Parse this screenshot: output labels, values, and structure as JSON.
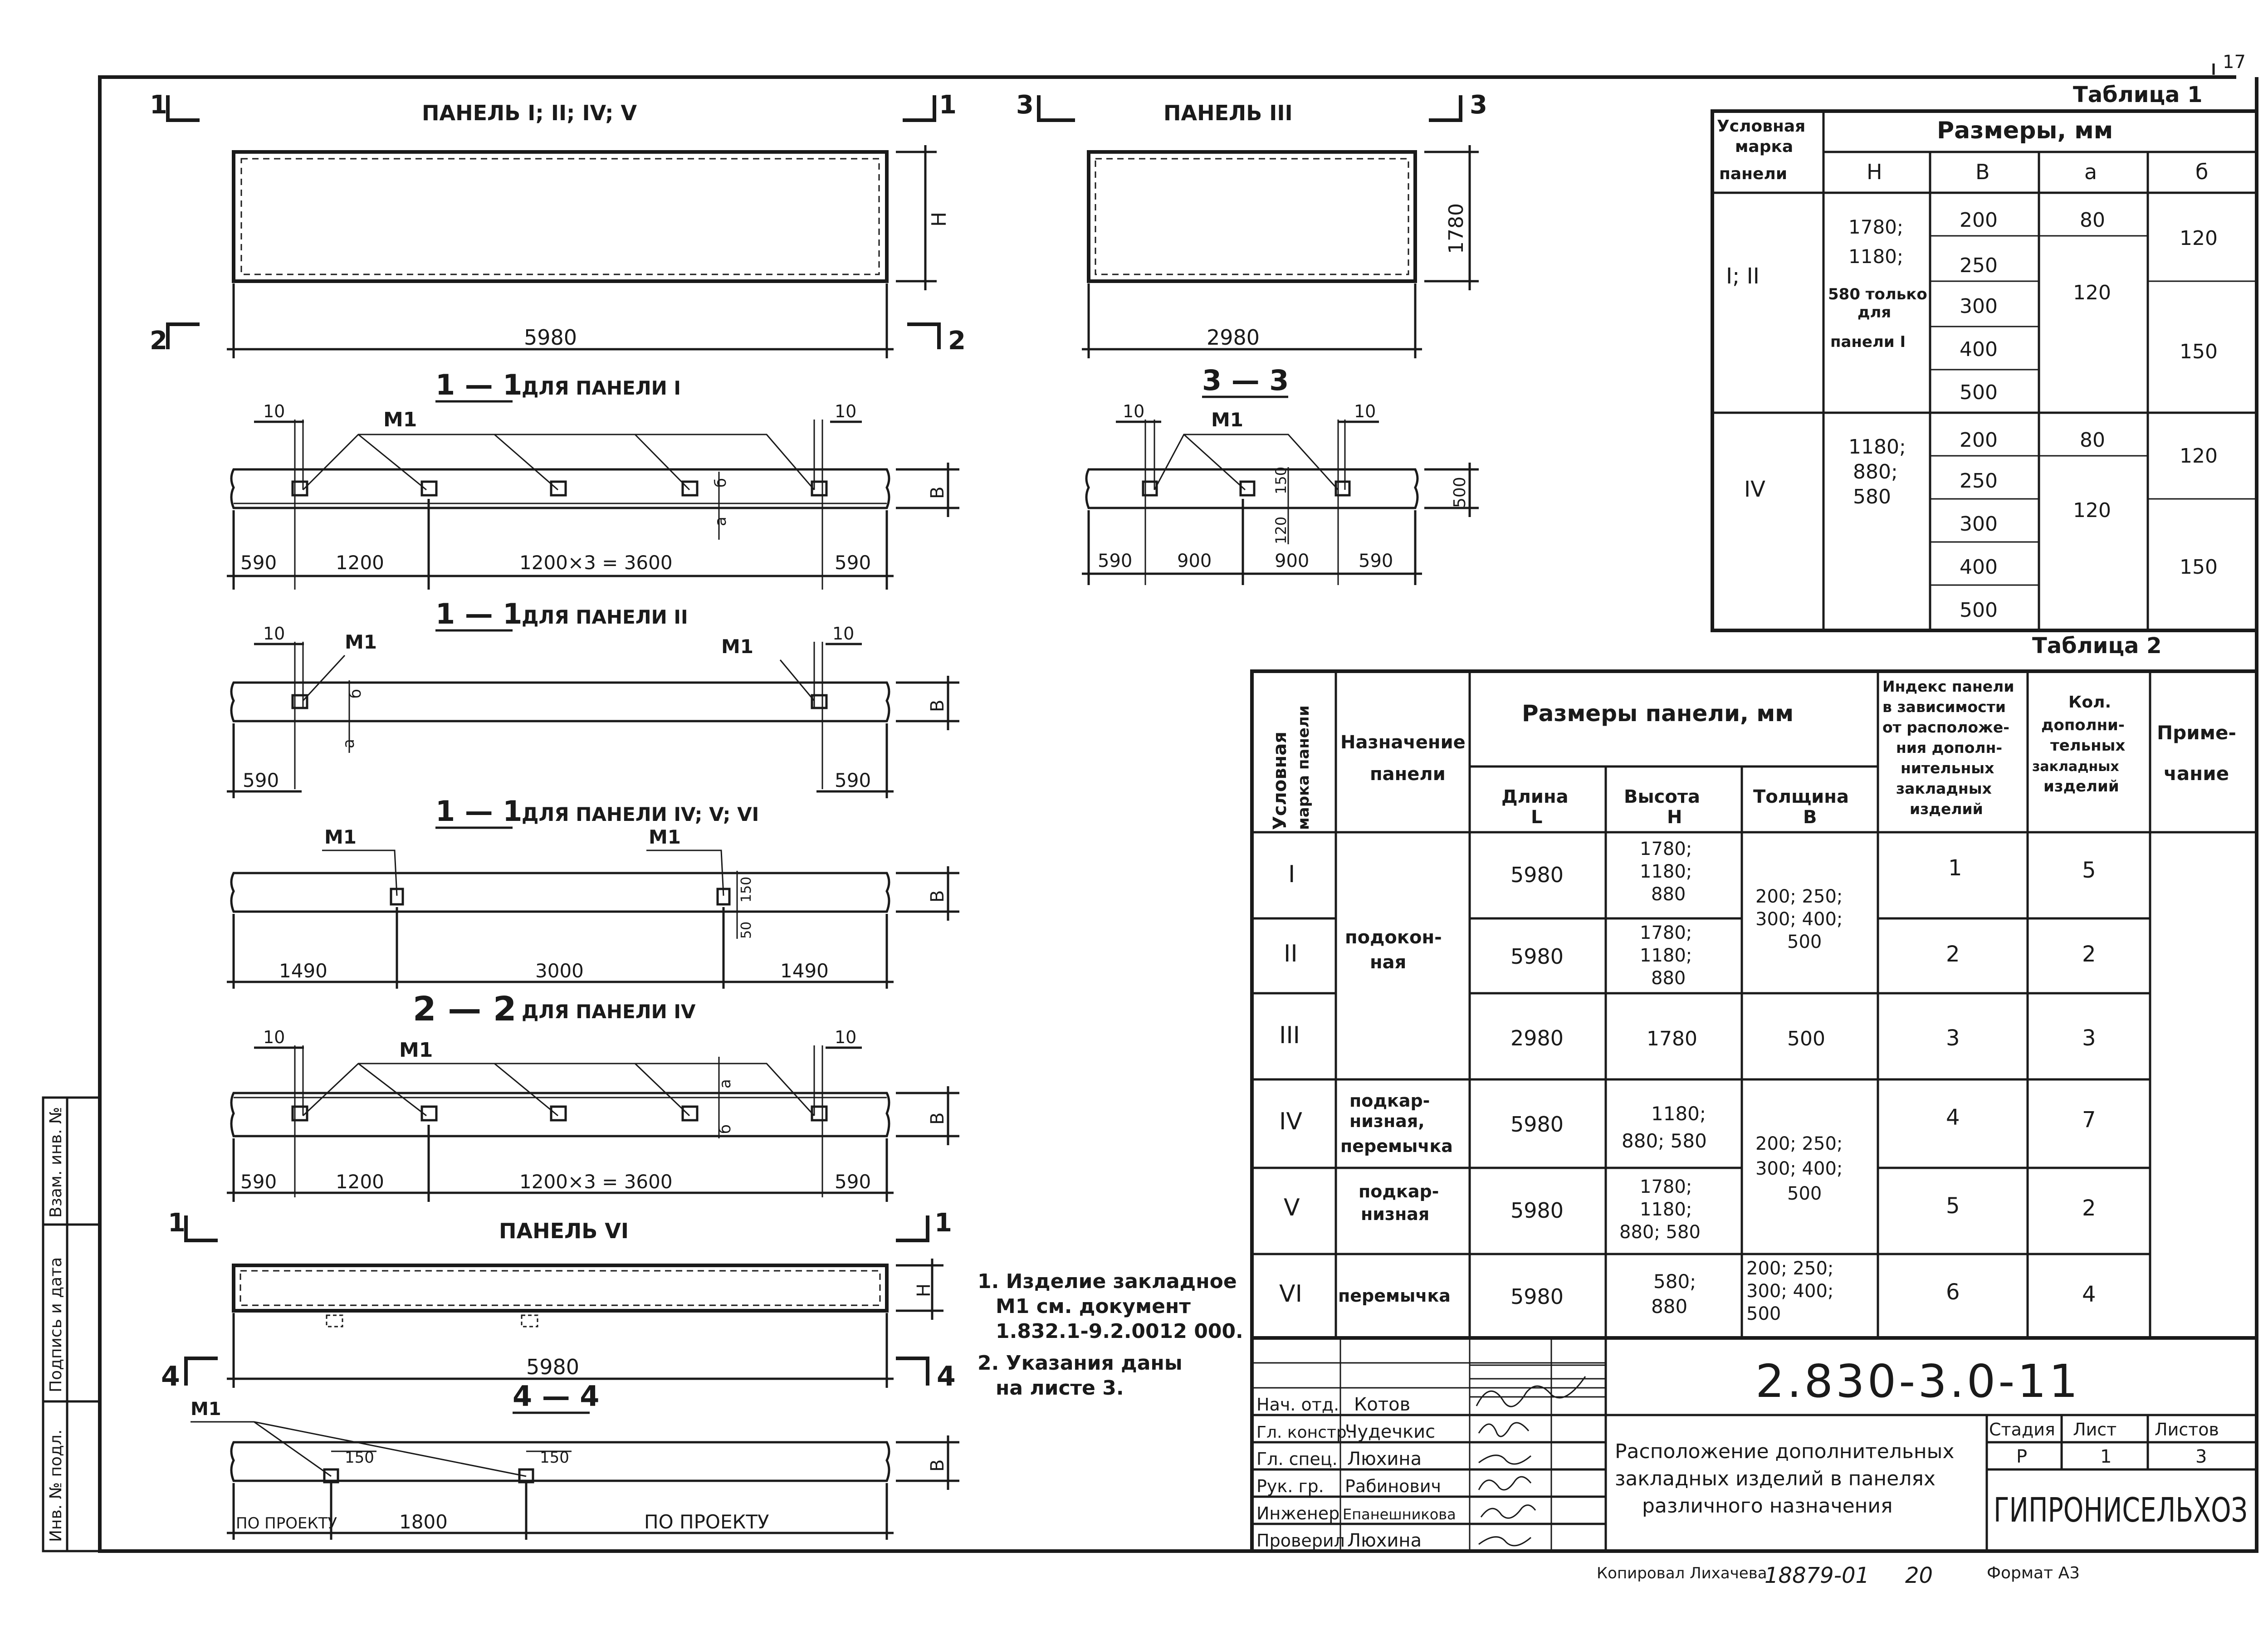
{
  "sheet_corner": "17",
  "drawings": {
    "elevation1": {
      "title": "ПАНЕЛЬ I; II; IV; V",
      "cut_left": "1",
      "cut_right": "1",
      "cut_bl": "2",
      "cut_br": "2",
      "length": "5980",
      "height": "H"
    },
    "elevation3": {
      "title": "ПАНЕЛЬ III",
      "cut_left": "3",
      "cut_right": "3",
      "length": "2980",
      "height": "1780"
    },
    "sec11_p1": {
      "title_num": "1 — 1",
      "title_tail": "ДЛЯ ПАНЕЛИ I",
      "mark": "M1",
      "d_left_top": "10",
      "d_right_top": "10",
      "side_b": "б",
      "side_a": "a",
      "side_v": "B",
      "dims": [
        "590",
        "1200",
        "1200×3 = 3600",
        "590"
      ]
    },
    "sec33": {
      "title": "3 — 3",
      "mark": "M1",
      "d_left_top": "10",
      "d_right_top": "10",
      "d150": "150",
      "d120": "120",
      "d500": "500",
      "dims": [
        "590",
        "900",
        "900",
        "590"
      ]
    },
    "sec11_p2": {
      "title_num": "1 — 1",
      "title_tail": "ДЛЯ ПАНЕЛИ II",
      "mark_left": "M1",
      "mark_right": "M1",
      "d_left_top": "10",
      "d_right_top": "10",
      "side_b": "б",
      "side_a": "a",
      "side_v": "B",
      "dims": [
        "590",
        "590"
      ]
    },
    "sec11_p4": {
      "title_num": "1 — 1",
      "title_tail": "ДЛЯ ПАНЕЛИ IV; V; VI",
      "mark_left": "M1",
      "mark_right": "M1",
      "d150": "150",
      "d50": "50",
      "side_v": "B",
      "dims": [
        "1490",
        "3000",
        "1490"
      ]
    },
    "sec22": {
      "title_num": "2 — 2",
      "title_tail": "ДЛЯ ПАНЕЛИ IV",
      "mark": "M1",
      "d_left_top": "10",
      "d_right_top": "10",
      "side_a": "a",
      "side_b": "б",
      "side_v": "B",
      "dims": [
        "590",
        "1200",
        "1200×3 = 3600",
        "590"
      ]
    },
    "panel6": {
      "title": "ПАНЕЛЬ VI",
      "cut_left": "1",
      "cut_right": "1",
      "cut_bl": "4",
      "cut_br": "4",
      "length": "5980",
      "height": "H"
    },
    "sec44": {
      "title": "4 — 4",
      "mark": "M1",
      "d150a": "150",
      "d150b": "150",
      "side_v": "B",
      "dims": [
        "ПО ПРОЕКТУ",
        "1800",
        "ПО ПРОЕКТУ"
      ]
    }
  },
  "notes": [
    "1. Изделие закладное",
    "M1 см. документ",
    "1.832.1-9.2.0012 000.",
    "2. Указания даны",
    "на листе 3."
  ],
  "table1": {
    "title": "Таблица 1",
    "hdr_mark": [
      "Условная",
      "марка",
      "панели"
    ],
    "hdr_sizes": "Размеры, мм",
    "cols": [
      "H",
      "B",
      "a",
      "б"
    ],
    "groups": [
      {
        "mark": "I; II",
        "h": [
          "1780;",
          "1180;",
          "580 только",
          "для",
          "панели I"
        ],
        "rows": [
          {
            "b": "200",
            "a": "80",
            "d": "120"
          },
          {
            "b": "250",
            "a": "120",
            "d": ""
          },
          {
            "b": "300",
            "a": "",
            "d": "150"
          },
          {
            "b": "400",
            "a": "",
            "d": ""
          },
          {
            "b": "500",
            "a": "",
            "d": ""
          }
        ]
      },
      {
        "mark": "IV",
        "h": [
          "1180;",
          "880;",
          "580"
        ],
        "rows": [
          {
            "b": "200",
            "a": "80",
            "d": "120"
          },
          {
            "b": "250",
            "a": "120",
            "d": ""
          },
          {
            "b": "300",
            "a": "",
            "d": "150"
          },
          {
            "b": "400",
            "a": "",
            "d": ""
          },
          {
            "b": "500",
            "a": "",
            "d": ""
          }
        ]
      }
    ]
  },
  "table2": {
    "title": "Таблица 2",
    "hdr_mark": [
      "Условная",
      "марка панели"
    ],
    "hdr_purpose": [
      "Назначение",
      "панели"
    ],
    "hdr_sizes": "Размеры панели, мм",
    "hdr_length": [
      "Длина",
      "L"
    ],
    "hdr_height": [
      "Высота",
      "H"
    ],
    "hdr_thick": [
      "Толщина",
      "B"
    ],
    "hdr_index": [
      "Индекс панели",
      "в зависимости",
      "от расположе-",
      "ния дополн-",
      "нительных",
      "закладных",
      "изделий"
    ],
    "hdr_count": [
      "Кол.",
      "дополни-",
      "тельных",
      "закладных",
      "изделий"
    ],
    "hdr_note": [
      "Приме-",
      "чание"
    ],
    "rows": [
      {
        "mark": "I",
        "length": "5980",
        "height": [
          "1780;",
          "1180;",
          "880"
        ],
        "index": "1",
        "count": "5"
      },
      {
        "mark": "II",
        "length": "5980",
        "height": [
          "1780;",
          "1180;",
          "880"
        ],
        "index": "2",
        "count": "2"
      },
      {
        "mark": "III",
        "length": "2980",
        "height": [
          "1780"
        ],
        "index": "3",
        "count": "3"
      },
      {
        "mark": "IV",
        "length": "5980",
        "height": [
          "1180;",
          "880; 580"
        ],
        "index": "4",
        "count": "7"
      },
      {
        "mark": "V",
        "length": "5980",
        "height": [
          "1780;",
          "1180;",
          "880; 580"
        ],
        "index": "5",
        "count": "2"
      },
      {
        "mark": "VI",
        "length": "5980",
        "height": [
          "580;",
          "880"
        ],
        "index": "6",
        "count": "4"
      }
    ],
    "purpose_1": [
      "подокон-",
      "ная"
    ],
    "purpose_4": [
      "подкар-",
      "низная,",
      "перемычка"
    ],
    "purpose_5": [
      "подкар-",
      "низная"
    ],
    "purpose_6": [
      "перемычка"
    ],
    "thick_1": [
      "200; 250;",
      "300; 400;",
      "500"
    ],
    "thick_3": "500",
    "thick_4": [
      "200; 250;",
      "300; 400;",
      "500"
    ],
    "thick_6": [
      "200; 250;",
      "300; 400;",
      "500"
    ]
  },
  "title_block": {
    "doc_code": "2.830-3.0-11",
    "title": [
      "Расположение дополнительных",
      "закладных изделий в панелях",
      "различного назначения"
    ],
    "stage_label": "Стадия",
    "sheet_label": "Лист",
    "sheets_label": "Листов",
    "stage": "Р",
    "sheet": "1",
    "sheets": "3",
    "org": "ГИПРОНИСЕЛЬХОЗ",
    "staff": [
      {
        "role": "Нач. отд.",
        "name": "Котов"
      },
      {
        "role": "Гл. констр.",
        "name": "Чудечкис"
      },
      {
        "role": "Гл. спец.",
        "name": "Люхина"
      },
      {
        "role": "Рук. гр.",
        "name": "Рабинович"
      },
      {
        "role": "Инженер",
        "name": "Епанешникова"
      },
      {
        "role": "Проверил",
        "name": "Люхина"
      }
    ]
  },
  "side_stamp": [
    "Инв. № подл.",
    "Подпись и дата",
    "Взам. инв. №"
  ],
  "footer": {
    "copied": "Копировал Лихачева",
    "number": "18879-01",
    "num2": "20",
    "format": "Формат А3"
  }
}
